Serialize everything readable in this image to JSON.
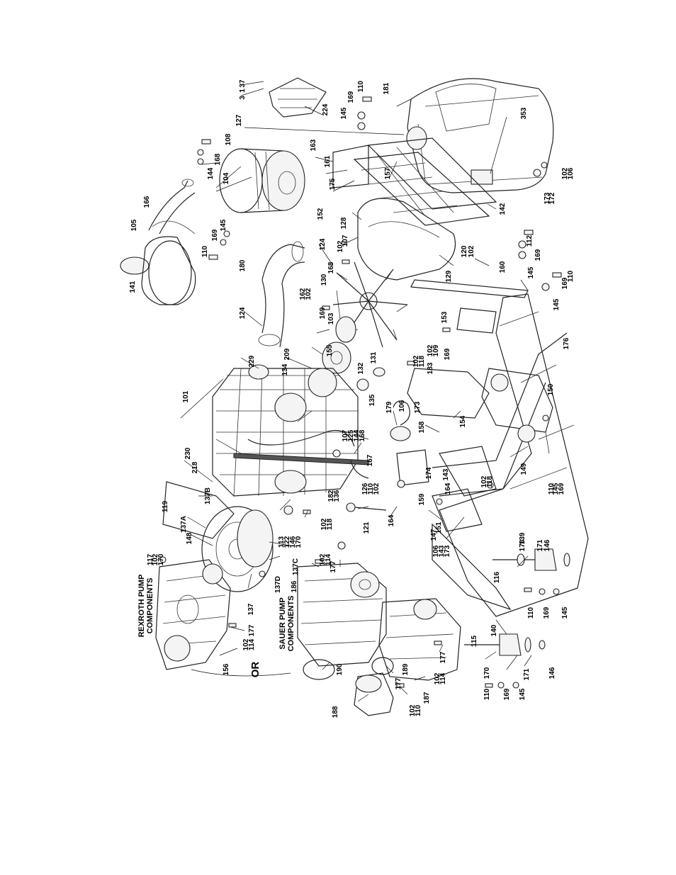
{
  "section_labels": {
    "rexroth_line1": "REXROTH PUMP",
    "rexroth_line2": "COMPONENTS",
    "sauer_line1": "SAUER PUMP",
    "sauer_line2": "COMPONENTS",
    "or_label": "OR"
  },
  "callouts": [
    "37",
    "1",
    "3",
    "224",
    "110",
    "169",
    "145",
    "181",
    "127",
    "108",
    "168",
    "144",
    "104",
    "163",
    "161",
    "175",
    "157",
    "353",
    "102",
    "106",
    "172",
    "173",
    "142",
    "166",
    "105",
    "145",
    "169",
    "110",
    "141",
    "180",
    "124",
    "128",
    "152",
    "124",
    "107",
    "102",
    "168",
    "112",
    "169",
    "145",
    "120",
    "102",
    "129",
    "130",
    "162",
    "102",
    "169",
    "103",
    "160",
    "110",
    "169",
    "145",
    "176",
    "229",
    "155",
    "153",
    "102",
    "109",
    "169",
    "183",
    "131",
    "102",
    "118",
    "132",
    "101",
    "134",
    "209",
    "135",
    "179",
    "106",
    "173",
    "158",
    "154",
    "150",
    "230",
    "218",
    "107",
    "125",
    "144",
    "168",
    "167",
    "174",
    "143",
    "164",
    "149",
    "119",
    "137B",
    "126",
    "110",
    "102",
    "182",
    "136",
    "159",
    "102",
    "118",
    "110",
    "145",
    "169",
    "137A",
    "148",
    "113",
    "122",
    "146",
    "170",
    "102",
    "118",
    "121",
    "164",
    "147",
    "151",
    "106",
    "143",
    "173",
    "117",
    "102",
    "170",
    "177",
    "102",
    "114",
    "137C",
    "137D",
    "137",
    "186",
    "170",
    "139",
    "171",
    "146",
    "116",
    "110",
    "169",
    "145",
    "102",
    "114",
    "177",
    "156",
    "190",
    "189",
    "177",
    "102",
    "114",
    "187",
    "115",
    "140",
    "170",
    "171",
    "146",
    "110",
    "169",
    "145",
    "188",
    "102",
    "110",
    "177"
  ]
}
